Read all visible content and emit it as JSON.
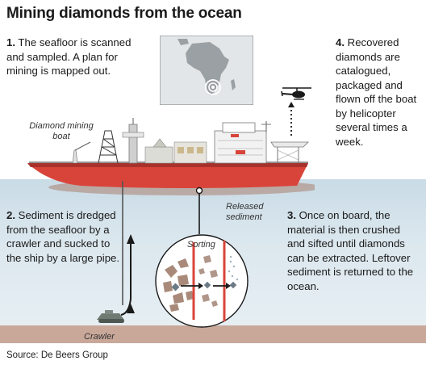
{
  "title": "Mining diamonds from the ocean",
  "steps": {
    "s1": {
      "num": "1.",
      "text": " The seafloor is scanned and sampled. A plan for mining is mapped out."
    },
    "s2": {
      "num": "2.",
      "text": " Sediment is dredged from the seafloor by a crawler and sucked to the ship by a large pipe."
    },
    "s3": {
      "num": "3.",
      "text": " Once on board, the material is then crushed and sifted until diamonds can be extracted. Leftover sediment is returned to the ocean."
    },
    "s4": {
      "num": "4.",
      "text": " Recovered diamonds are catalogued, packaged and flown off the boat by helicopter several times a week."
    }
  },
  "labels": {
    "boat": "Diamond mining boat",
    "released": "Released sediment",
    "sorting": "Sorting",
    "crawler": "Crawler"
  },
  "source": "Source: De Beers Group",
  "colors": {
    "hull": "#d9443a",
    "hull_dark": "#a8322b",
    "sea": "#c9dbe6",
    "seafloor": "#c9a89a",
    "map_land": "#9aa0a4",
    "map_sea": "#e3e6e8"
  }
}
